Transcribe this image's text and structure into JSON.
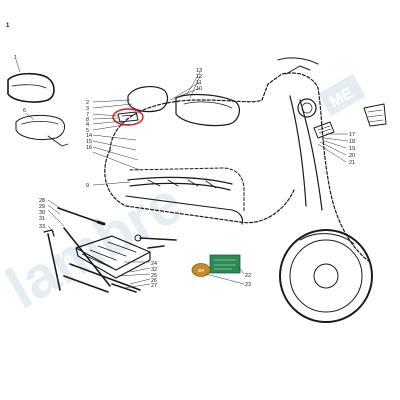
{
  "page": {
    "corner_mark": "1"
  },
  "watermark": {
    "text": "lambre",
    "text_suffix": "ME"
  },
  "callouts": {
    "c1": "1",
    "c2": "2",
    "c3": "3",
    "c4": "4",
    "c5": "5",
    "c6": "6",
    "c7": "7",
    "c8": "8",
    "c9": "9",
    "c10": "10",
    "c11": "11",
    "c12": "12",
    "c13": "13",
    "c14": "14",
    "c15": "15",
    "c16": "16",
    "c17": "17",
    "c18": "18",
    "c19": "19",
    "c20": "20",
    "c21": "21",
    "c22": "22",
    "c23": "23",
    "c24": "24",
    "c25": "25",
    "c26": "26",
    "c27": "27",
    "c28": "28",
    "c29": "29",
    "c30": "30",
    "c31": "31",
    "c32": "32",
    "c33": "33"
  },
  "emblem": {
    "text": "SV"
  },
  "colors": {
    "watermark": "#cfdde8",
    "badge": "#2c8a55",
    "emblem": "#c98a2a",
    "highlight": "#d81818"
  },
  "icons": [
    "toolkit-tray-icon",
    "badge-decal-icon",
    "emblem-decal-icon",
    "seat-icon",
    "headlamp-icon",
    "wrench-icon"
  ]
}
